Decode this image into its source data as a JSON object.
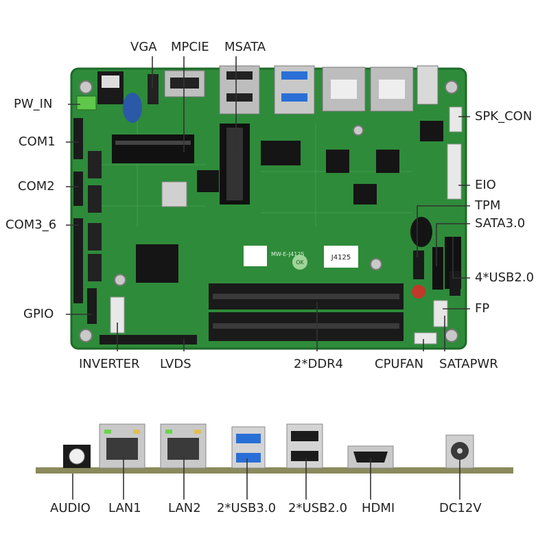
{
  "board": {
    "model_text": "MW-E-J4125",
    "chip_label": "J4125",
    "ok_stamp": "OK"
  },
  "top_labels": {
    "vga": "VGA",
    "mpcie": "MPCIE",
    "msata": "MSATA",
    "pw_in": "PW_IN",
    "spk_con": "SPK_CON",
    "com1": "COM1",
    "com2": "COM2",
    "eio": "EIO",
    "tpm": "TPM",
    "com3_6": "COM3_6",
    "sata30": "SATA3.0",
    "usb20x4": "4*USB2.0",
    "gpio": "GPIO",
    "fp": "FP",
    "inverter": "INVERTER",
    "lvds": "LVDS",
    "ddr4": "2*DDR4",
    "cpufan": "CPUFAN",
    "satapwr": "SATAPWR"
  },
  "io_labels": {
    "audio": "AUDIO",
    "lan1": "LAN1",
    "lan2": "LAN2",
    "usb30": "2*USB3.0",
    "usb20": "2*USB2.0",
    "hdmi": "HDMI",
    "dc12v": "DC12V"
  },
  "colors": {
    "pcb": "#2e8b3a",
    "pcb_dark": "#1f6b2a",
    "leader": "#333333",
    "io_bar": "#8a8a5c",
    "usb3_blue": "#2a6fd6"
  }
}
